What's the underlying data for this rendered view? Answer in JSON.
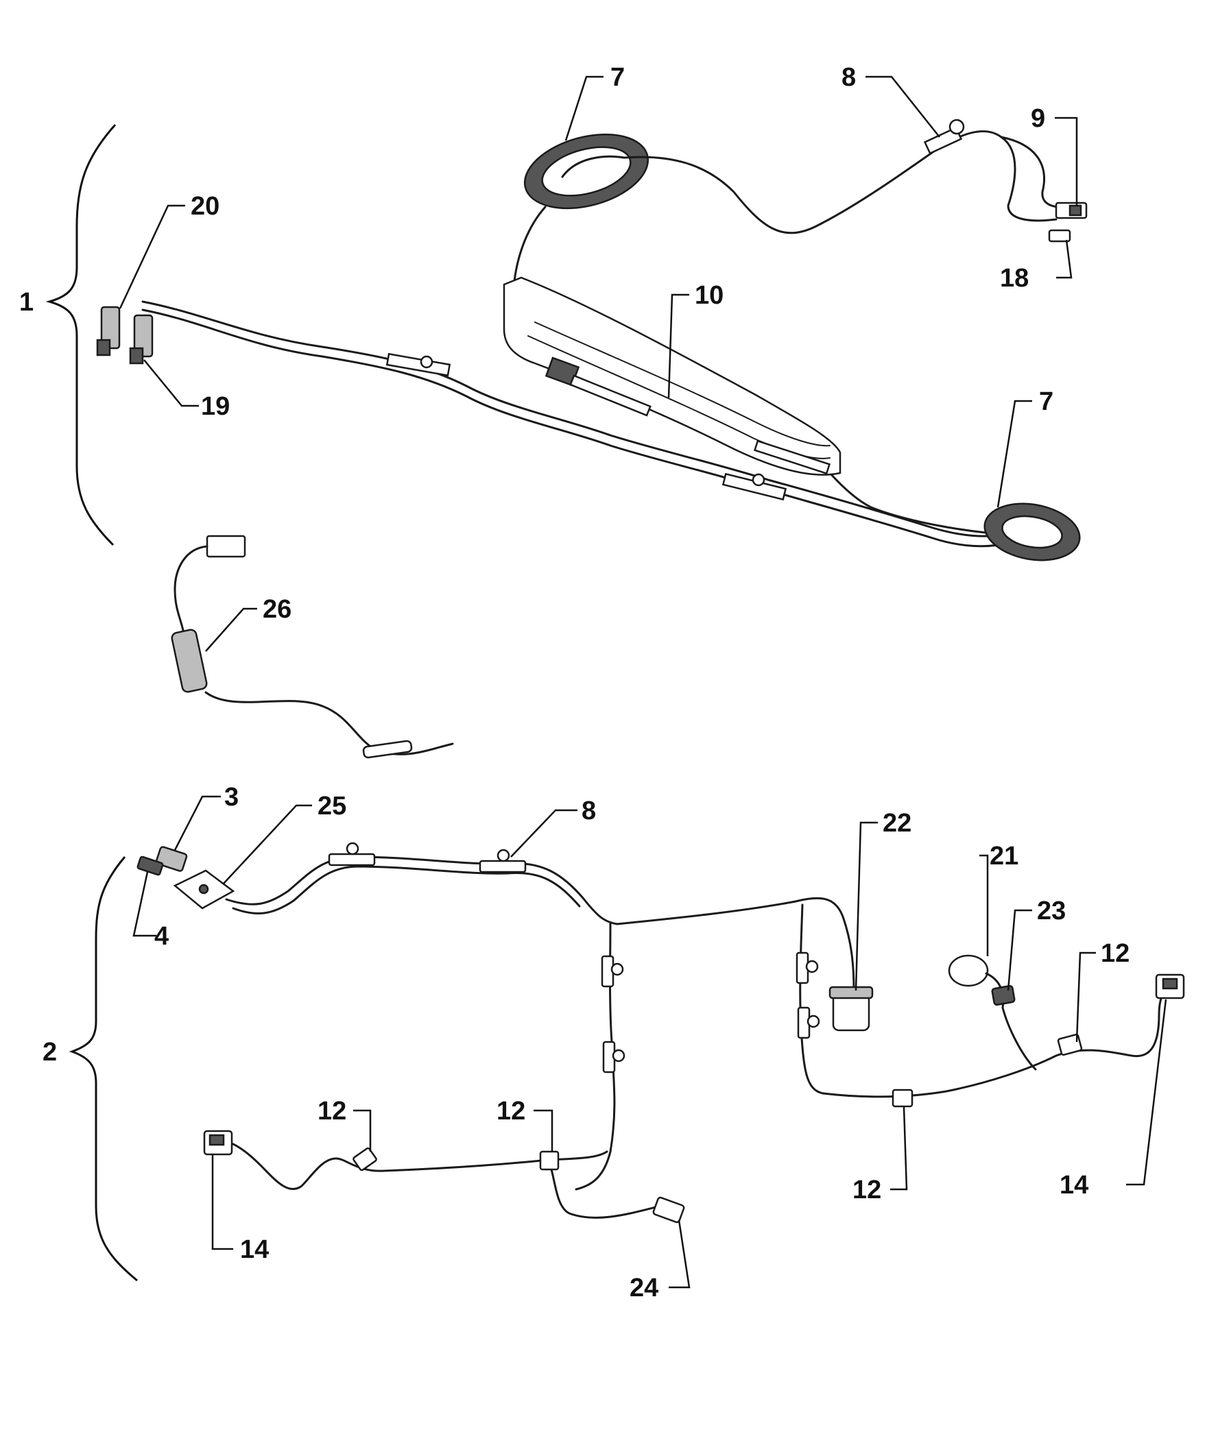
{
  "diagram": {
    "callouts": {
      "c1": "1",
      "c2": "2",
      "c3": "3",
      "c4": "4",
      "c7a": "7",
      "c7b": "7",
      "c8a": "8",
      "c8b": "8",
      "c9": "9",
      "c10": "10",
      "c12a": "12",
      "c12b": "12",
      "c12c": "12",
      "c12d": "12",
      "c14a": "14",
      "c14b": "14",
      "c18": "18",
      "c19": "19",
      "c20": "20",
      "c21": "21",
      "c22": "22",
      "c23": "23",
      "c24": "24",
      "c25": "25",
      "c26": "26"
    },
    "colors": {
      "line": "#1a1a1a",
      "background": "#ffffff",
      "shade": "#555555"
    }
  }
}
